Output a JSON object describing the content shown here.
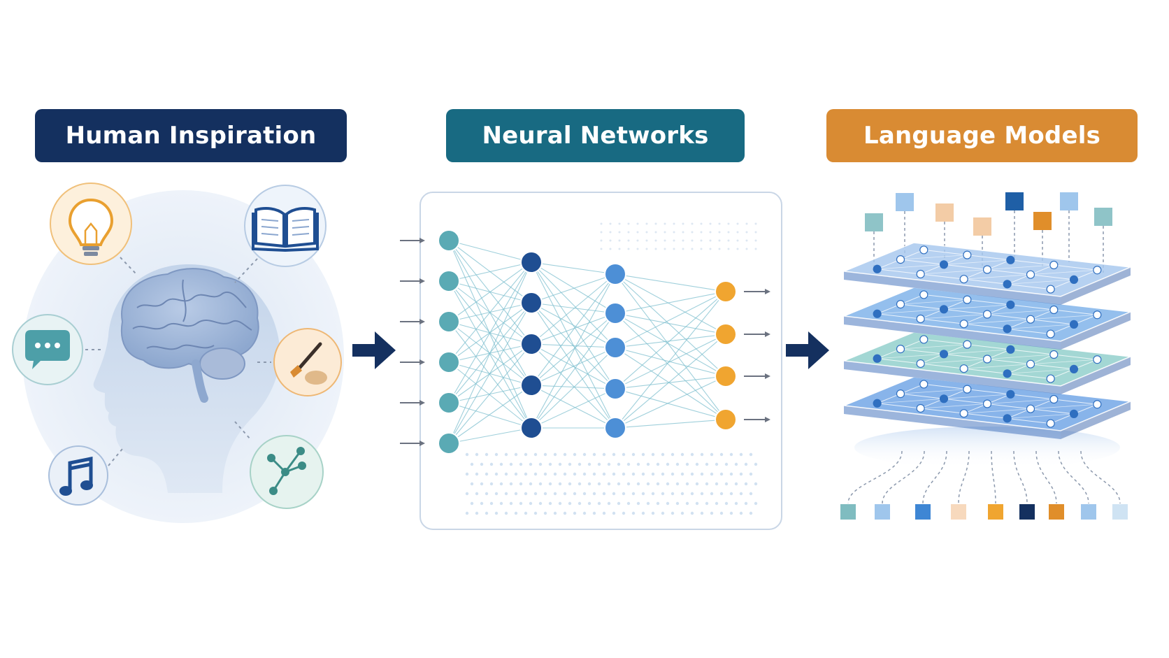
{
  "sections": [
    {
      "id": "human",
      "title": "Human Inspiration",
      "color": "#14305f"
    },
    {
      "id": "neural",
      "title": "Neural Networks",
      "color": "#186a82"
    },
    {
      "id": "language",
      "title": "Language Models",
      "color": "#d98b33"
    }
  ],
  "human": {
    "icons": [
      "lightbulb-icon",
      "book-icon",
      "chat-bubble-icon",
      "paintbrush-icon",
      "music-note-icon",
      "network-graph-icon"
    ]
  },
  "neural": {
    "layers": [
      {
        "count": 6,
        "color": "#5aaab4"
      },
      {
        "count": 5,
        "color": "#1f4e92"
      },
      {
        "count": 5,
        "color": "#4d8fd6"
      },
      {
        "count": 4,
        "color": "#f0a530"
      }
    ]
  },
  "language": {
    "layer_colors": [
      "#a7c8ee",
      "#7db2ea",
      "#8fcfcb",
      "#6ea4e6"
    ],
    "token_colors_top": [
      "#8fc4c8",
      "#9fc6ec",
      "#f3cca6",
      "#f3cca6",
      "#1f5fa6",
      "#e08e2a",
      "#9fc6ec",
      "#8fc4c8"
    ],
    "token_colors_bottom": [
      "#7fbcc0",
      "#9fc6ec",
      "#3e86d4",
      "#f7d9bd",
      "#f0a530",
      "#14305f",
      "#e08e2a",
      "#9fc6ec",
      "#cfe3f3"
    ]
  }
}
